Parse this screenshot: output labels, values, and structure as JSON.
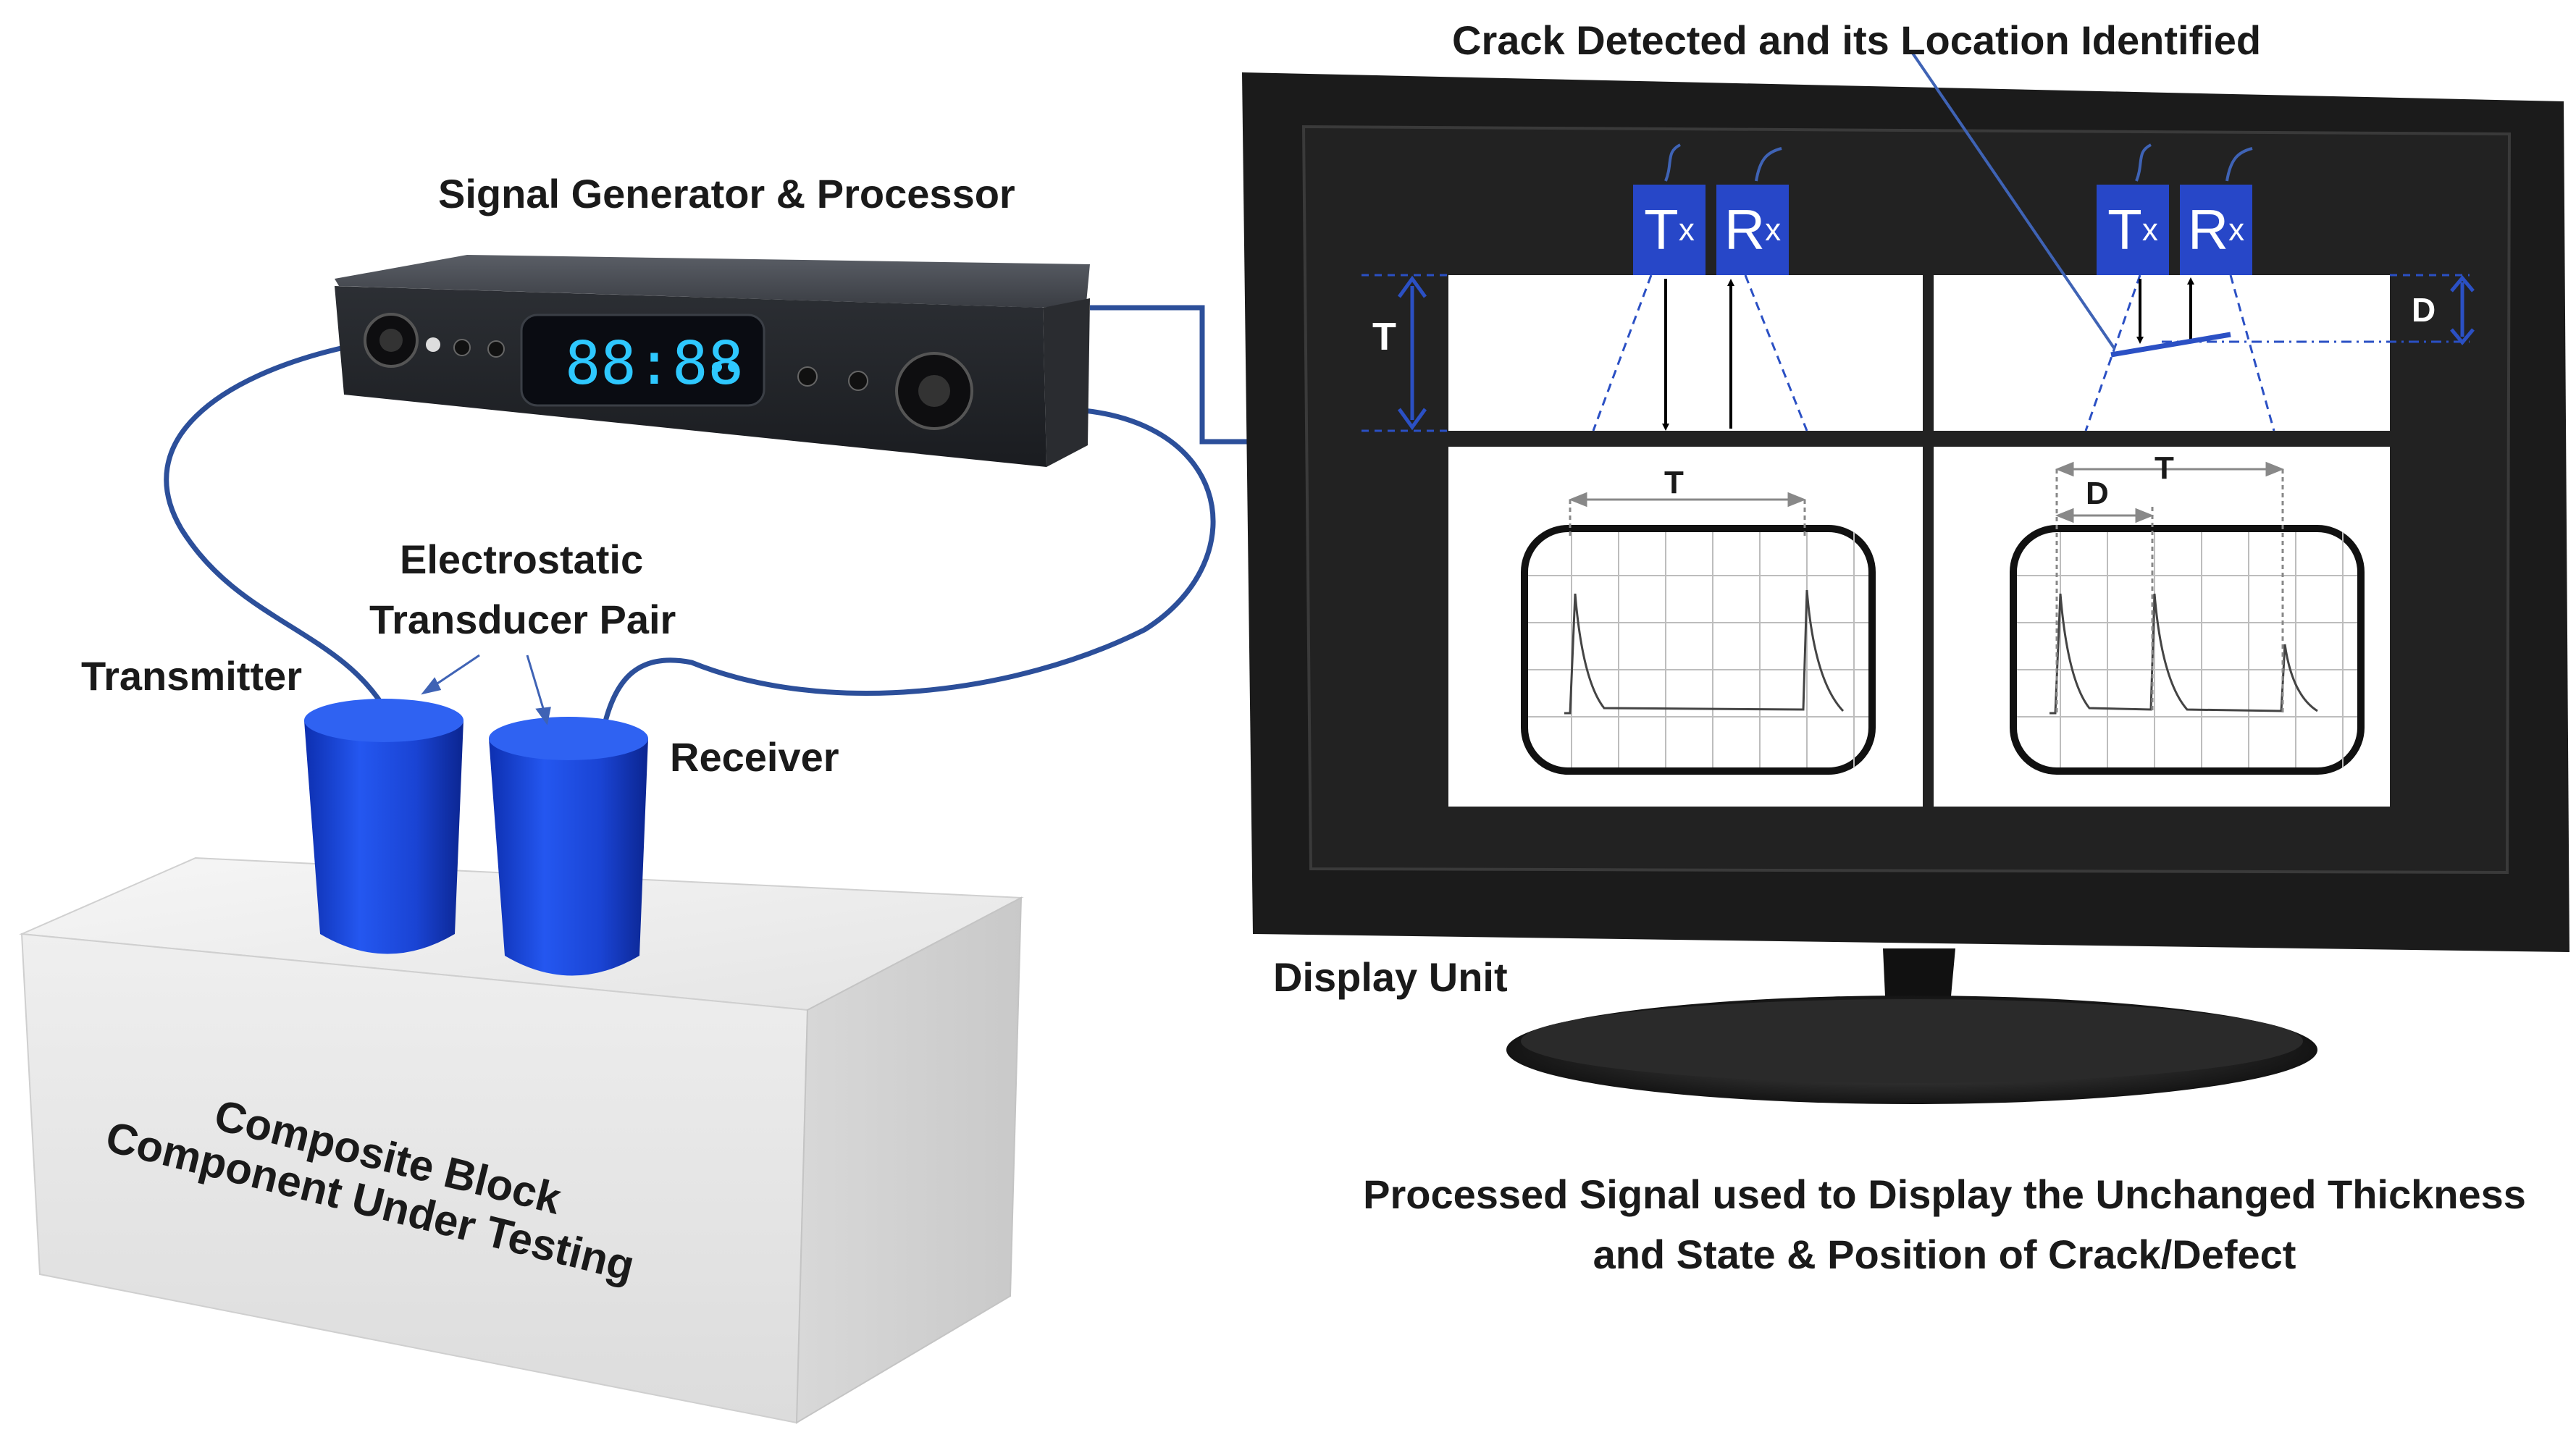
{
  "labels": {
    "signal_generator": "Signal Generator & Processor",
    "transducer_pair_line1": "Electrostatic",
    "transducer_pair_line2": "Transducer Pair",
    "transmitter": "Transmitter",
    "receiver": "Receiver",
    "block_line1": "Composite Block",
    "block_line2": "Component Under Testing",
    "display_unit": "Display Unit",
    "crack_detected": "Crack Detected and its  Location Identified",
    "caption_line1": "Processed Signal used to  Display the Unchanged Thickness",
    "caption_line2": "and State & Position of Crack/Defect"
  },
  "device": {
    "clock": "88:88"
  },
  "screen": {
    "tx_main": "T",
    "tx_sub": "x",
    "rx_main": "R",
    "rx_sub": "x",
    "thickness_symbol": "T",
    "depth_symbol": "D"
  },
  "colors": {
    "transducer_blue": "#1f4fe0",
    "cable_blue": "#2c4f9a",
    "monitor_black": "#1b1b1b",
    "screen_blue": "#2747c8"
  }
}
